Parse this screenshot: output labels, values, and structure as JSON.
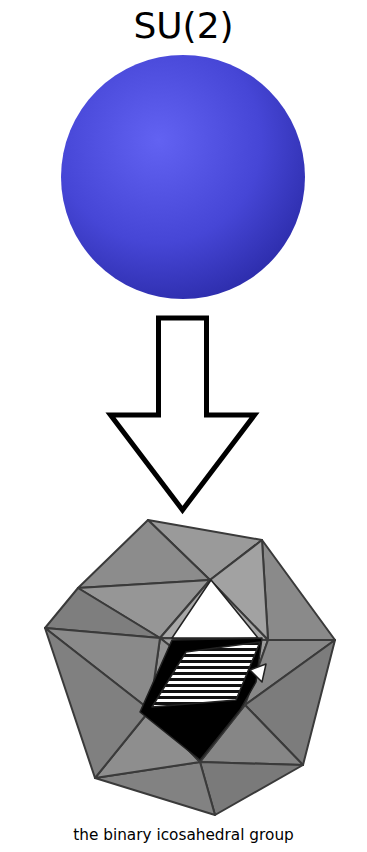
{
  "diagram": {
    "nodes": [
      {
        "text": [
          "SU(2)"
        ]
      },
      {
        "text": [
          "the binary icosahedral group"
        ]
      }
    ],
    "edges": [
      {
        "from": 0,
        "to": 1,
        "arrow": "to"
      }
    ]
  }
}
